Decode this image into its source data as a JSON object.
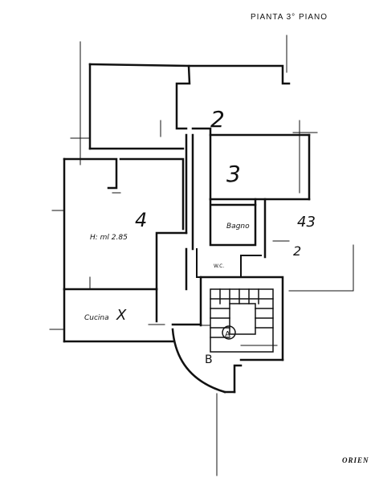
{
  "plan": {
    "title": "PIANTA 3° PIANO",
    "orientation_label": "ORIEN",
    "room_labels": {
      "room_2": "2",
      "room_3": "3",
      "room_4": "4",
      "room_x": "X",
      "room_43": "43",
      "room_2b": "2",
      "room_b": "B",
      "elevator": "A"
    },
    "text_labels": {
      "height": "H: ml 2.85",
      "bagno": "Bagno",
      "wc": "W.C.",
      "cucina": "Cucina"
    },
    "colors": {
      "line": "#111111",
      "background": "#ffffff"
    }
  }
}
